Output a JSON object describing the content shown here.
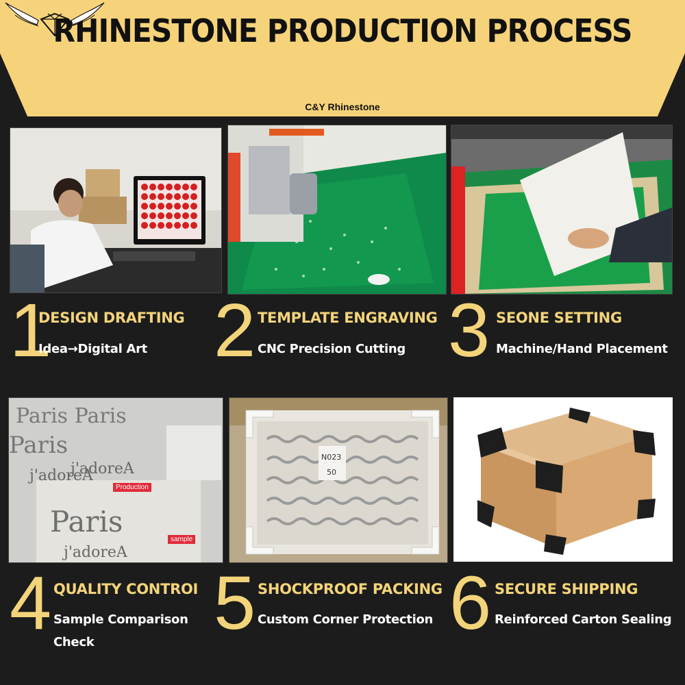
{
  "header": {
    "title": "RHINESTONE PRODUCTION PROCESS",
    "brand": "C&Y Rhinestone"
  },
  "colors": {
    "gold": "#f3d47a",
    "banner": "#f6d37a",
    "background": "#1c1c1c"
  },
  "steps": [
    {
      "number": "1",
      "title": "DESIGN DRAFTING",
      "subtitle": "Idea→Digital Art",
      "photo": "designer-at-computer-photo"
    },
    {
      "number": "2",
      "title": "TEMPLATE ENGRAVING",
      "subtitle": "CNC Precision Cutting",
      "photo": "cnc-engraving-photo"
    },
    {
      "number": "3",
      "title": "SEONE SETTING",
      "subtitle": "Machine/Hand Placement",
      "photo": "stone-setting-photo"
    },
    {
      "number": "4",
      "title": "QUALITY CONTROI",
      "subtitle": "Sample Comparison Check",
      "photo": "quality-check-photo"
    },
    {
      "number": "5",
      "title": "SHOCKPROOF PACKING",
      "subtitle": "Custom Corner Protection",
      "photo": "packing-photo"
    },
    {
      "number": "6",
      "title": "SECURE SHIPPING",
      "subtitle": "Reinforced Carton Sealing",
      "photo": "shipping-box-photo"
    }
  ],
  "photo_labels": {
    "paris_1": "Paris Paris",
    "paris_2": "Paris",
    "jadore": "j'adoreA",
    "production": "Production",
    "sample": "sample",
    "note_code": "N023",
    "note_qty": "50"
  }
}
